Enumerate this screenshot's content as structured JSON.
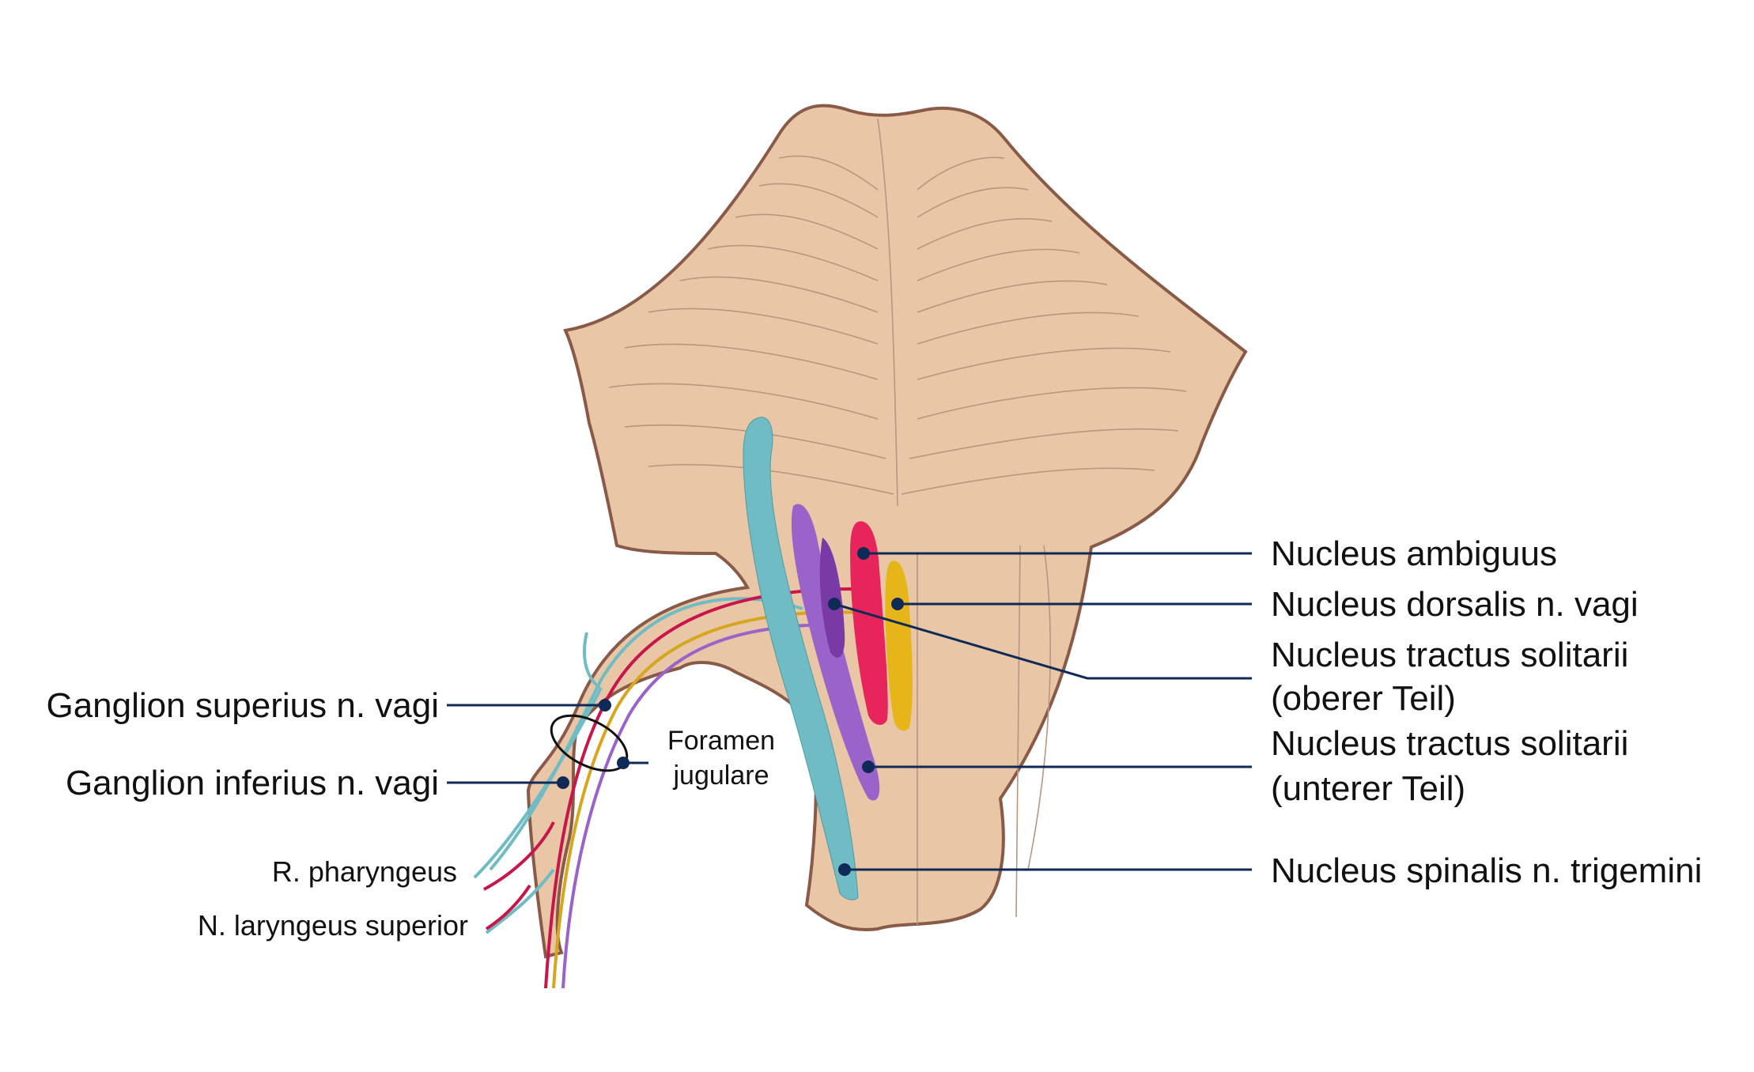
{
  "colors": {
    "brainstem_fill": "#e8c6a6",
    "brainstem_stroke": "#8a5a48",
    "fold_lines": "#b79682",
    "leader_lines": "#0f2a57",
    "trigeminal_teal": "#6fbcc4",
    "solitary_purple": "#9a63c9",
    "dorsal_purple_dark": "#7a3aa6",
    "ambiguus_red": "#e8245c",
    "dorsal_vagal_yellow": "#e6b51a",
    "nerve_red": "#c8164a",
    "nerve_yellow": "#d6a61f"
  },
  "labels": {
    "nucleus_ambiguus": "Nucleus ambiguus",
    "nucleus_dorsalis": "Nucleus dorsalis n. vagi",
    "tractus_solitarii_oberer_1": "Nucleus tractus solitarii",
    "tractus_solitarii_oberer_2": "(oberer Teil)",
    "tractus_solitarii_unterer_1": "Nucleus tractus solitarii",
    "tractus_solitarii_unterer_2": "(unterer Teil)",
    "spinalis_trigemini": "Nucleus spinalis n. trigemini",
    "ganglion_superius": "Ganglion superius n. vagi",
    "ganglion_inferius": "Ganglion inferius n. vagi",
    "foramen_1": "Foramen",
    "foramen_2": "jugulare",
    "r_pharyngeus": "R. pharyngeus",
    "n_laryngeus_superior": "N. laryngeus superior"
  }
}
